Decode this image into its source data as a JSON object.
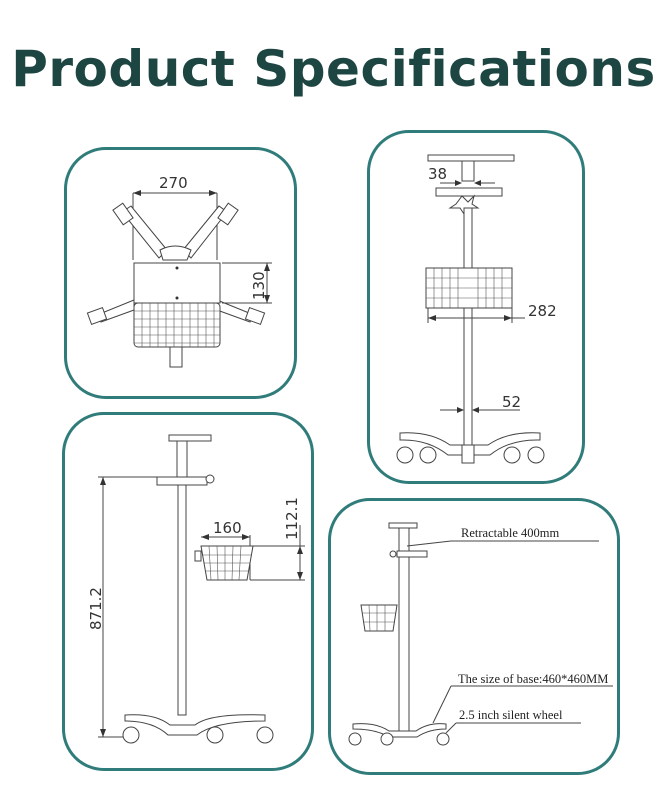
{
  "title": "Product Specifications",
  "accent_color": "#2f7c7a",
  "title_color": "#1d4541",
  "panels": {
    "top_view": {
      "width_dim": "270",
      "depth_dim": "130"
    },
    "front_view": {
      "pole_dim": "38",
      "basket_dim": "282",
      "base_pole_dim": "52"
    },
    "side_view": {
      "height_dim": "871.2",
      "basket_width_dim": "160",
      "basket_height_dim": "112.1"
    },
    "annotated_view": {
      "retractable": "Retractable 400mm",
      "base_size": "The size of base:460*460MM",
      "wheel": "2.5 inch silent wheel"
    }
  }
}
